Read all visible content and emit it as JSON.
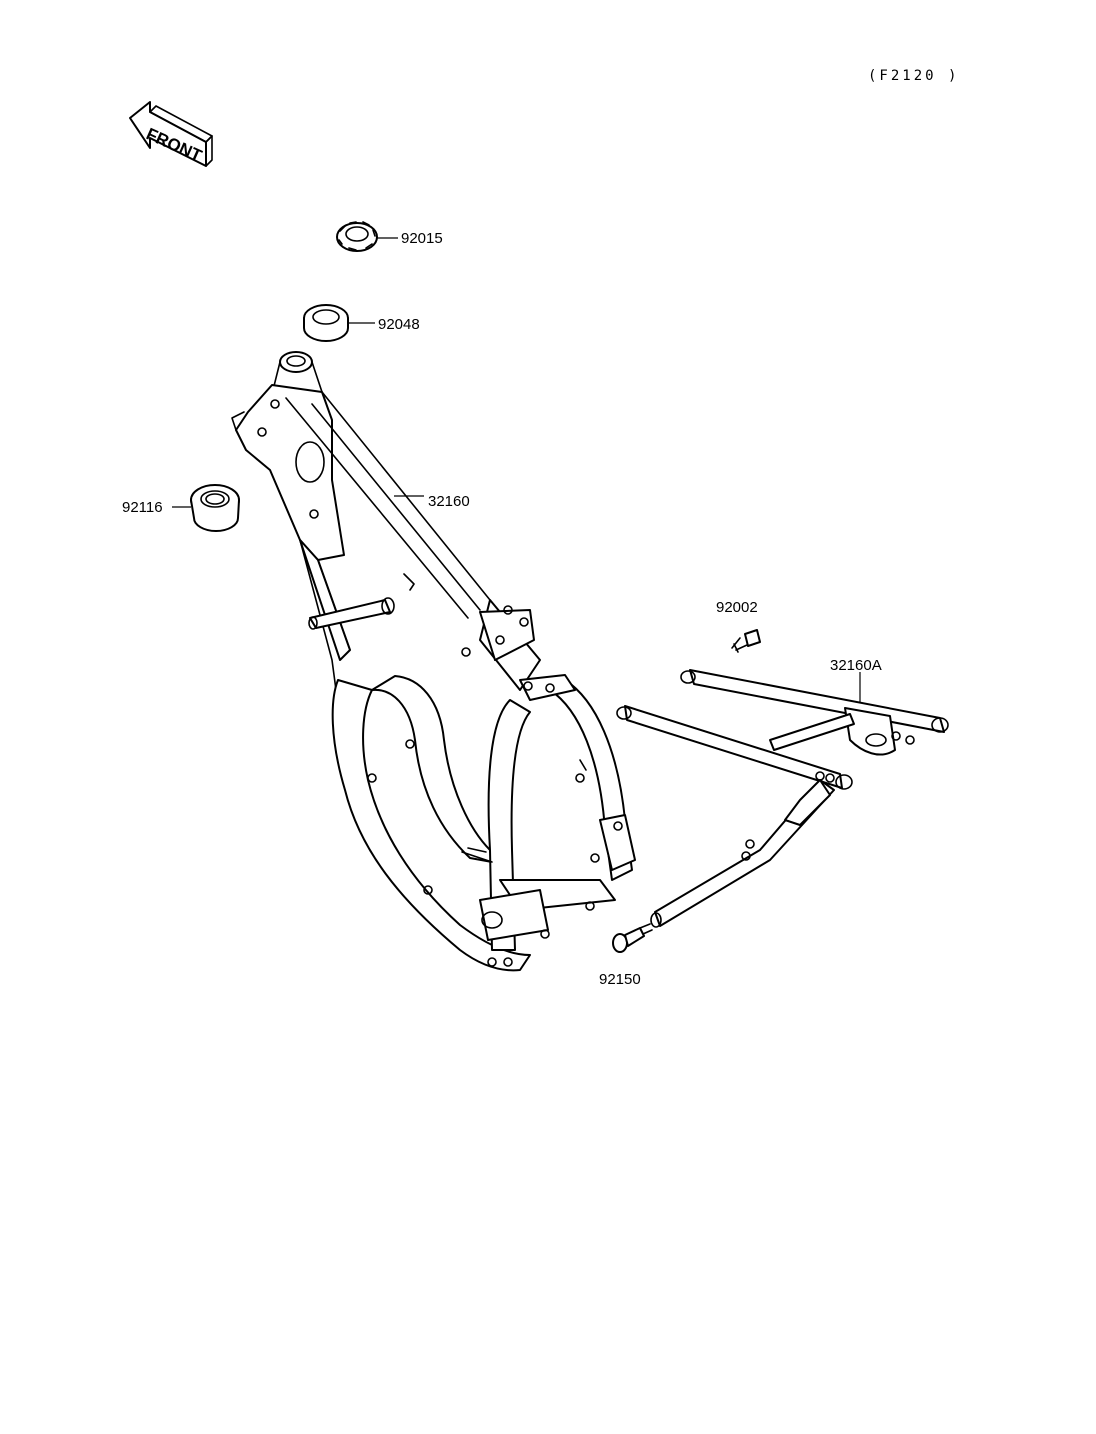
{
  "diagram": {
    "reference_code": "(F2120 )",
    "front_arrow_label": "FRONT",
    "callouts": [
      {
        "id": "92015",
        "label": "92015"
      },
      {
        "id": "92048",
        "label": "92048"
      },
      {
        "id": "92116",
        "label": "92116"
      },
      {
        "id": "32160",
        "label": "32160"
      },
      {
        "id": "92002",
        "label": "92002"
      },
      {
        "id": "32160A",
        "label": "32160A"
      },
      {
        "id": "92150",
        "label": "92150"
      }
    ]
  }
}
